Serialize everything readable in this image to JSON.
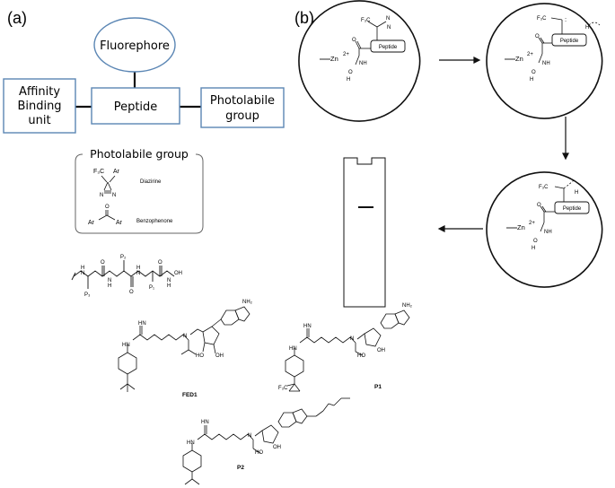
{
  "panels": {
    "a": "(a)",
    "b": "(b)"
  },
  "diagram_a": {
    "fluorophore": "Fluorephore",
    "peptide": "Peptide",
    "affinity_line1": "Affinity",
    "affinity_line2": "Binding",
    "affinity_line3": "unit",
    "photolabile_line1": "Photolabile",
    "photolabile_line2": "group"
  },
  "photolabile_box": {
    "title": "Photolabile group",
    "diazirine": "Diazirine",
    "benzophenone": "Benzophenone",
    "ar": "Ar",
    "f3c": "F₃C",
    "o": "O",
    "n": "N"
  },
  "peptide_structure": {
    "p1": "P₁",
    "p2": "P₂",
    "p3": "P₃",
    "oh": "OH",
    "h": "H",
    "n": "N",
    "o": "O"
  },
  "compounds": {
    "fed1": "FED1",
    "p1": "P1",
    "p2": "P2",
    "nh2": "NH₂",
    "oh": "OH",
    "ho": "HO",
    "hn": "HN",
    "f3c": "F₃C"
  },
  "panel_b": {
    "zn": "Zn",
    "zn_charge": "2+",
    "peptide": "Peptide",
    "f3c": "F₃C",
    "nh": "NH",
    "o": "O",
    "h": "H",
    "n": "N"
  },
  "colors": {
    "box_border": "#5b86b4",
    "ink": "#111111",
    "rounded_box_border": "#666666"
  }
}
